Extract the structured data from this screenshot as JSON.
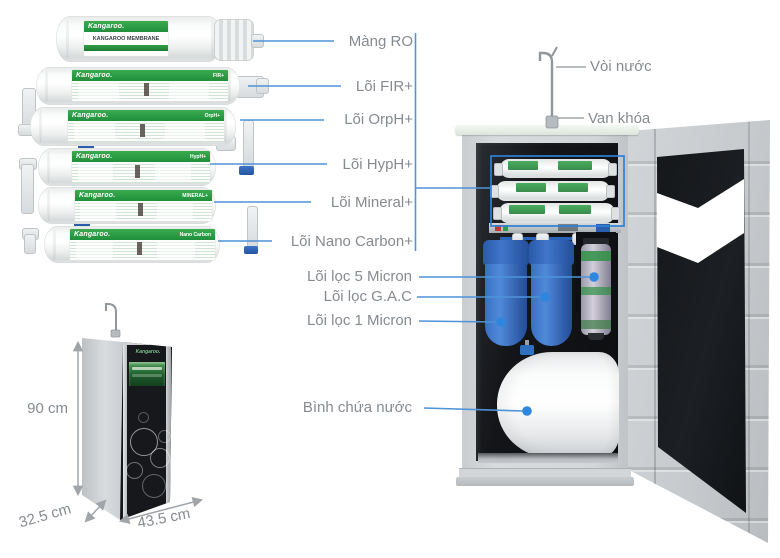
{
  "brand": {
    "logo": "Kangaroo.",
    "membrane_label": "KANGAROO MEMBRANE"
  },
  "filter_stack": {
    "cartridges": [
      {
        "label": "Màng RO",
        "band": "Kangaroo.",
        "sub": "KANGAROO MEMBRANE"
      },
      {
        "label": "Lõi FIR+",
        "band": "Kangaroo.",
        "tag": "FIR+"
      },
      {
        "label": "Lõi OrpH+",
        "band": "Kangaroo.",
        "tag": "OrpH+"
      },
      {
        "label": "Lõi HypH+",
        "band": "Kangaroo.",
        "tag": "HypH+"
      },
      {
        "label": "Lõi Mineral+",
        "band": "Kangaroo.",
        "tag": "MINERAL+"
      },
      {
        "label": "Lõi Nano Carbon+",
        "band": "Kangaroo.",
        "tag": "Nano Carbon"
      }
    ]
  },
  "cabinet_callouts": [
    {
      "label": "Lõi lọc 5 Micron"
    },
    {
      "label": "Lõi lọc G.A.C"
    },
    {
      "label": "Lõi lọc 1 Micron"
    },
    {
      "label": "Bình chứa nước"
    }
  ],
  "top_callouts": [
    {
      "label": "Vòi nước"
    },
    {
      "label": "Van khóa"
    }
  ],
  "dimensions": {
    "height": "90 cm",
    "depth": "32.5 cm",
    "width": "43.5 cm"
  },
  "colors": {
    "accent_blue": "#4f93d8",
    "highlight_rect_blue": "#2f7fd6",
    "dot_blue": "#2f86de",
    "label_gray": "#868b90",
    "brand_green": "#2f9e44"
  }
}
